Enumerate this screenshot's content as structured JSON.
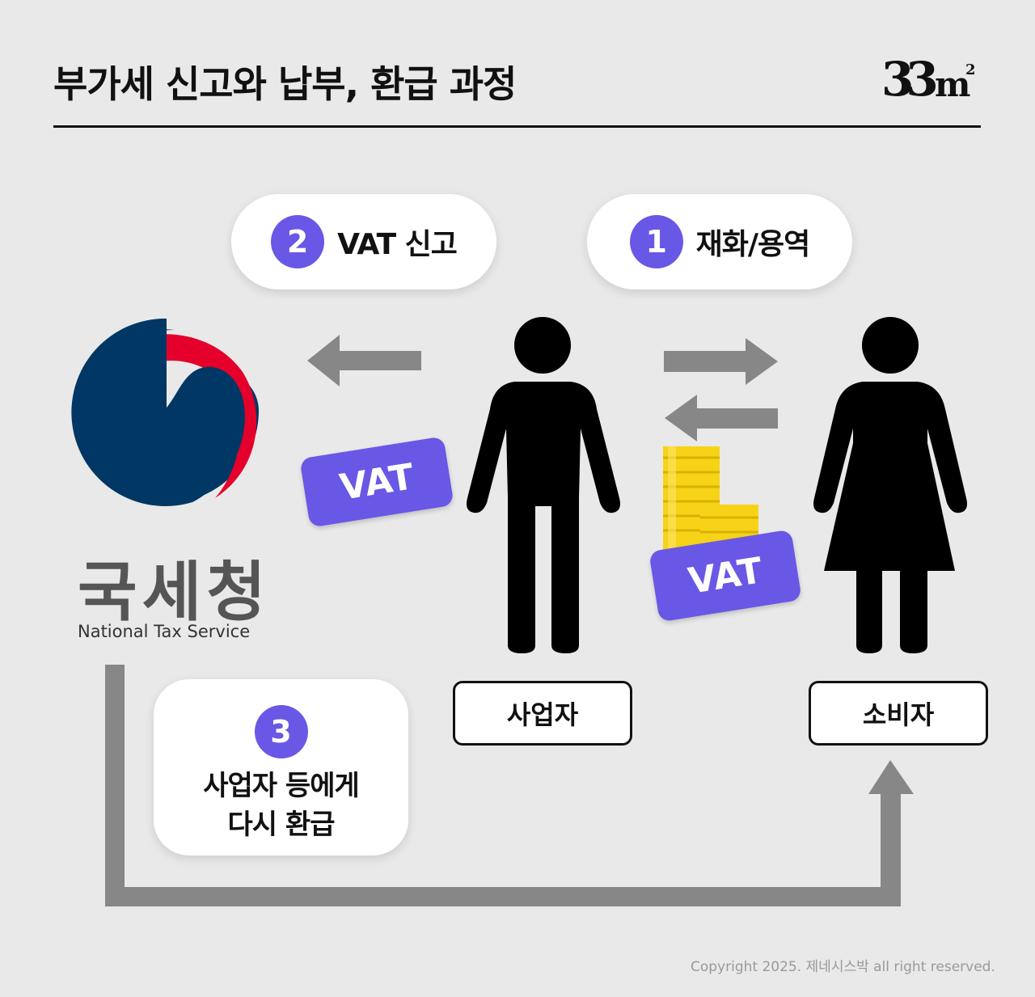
{
  "header": {
    "title": "부가세 신고와 납부, 환급 과정",
    "logo_text": "33",
    "logo_unit": "m",
    "logo_superscript": "2"
  },
  "steps": {
    "step1": {
      "number": "1",
      "label": "재화/용역"
    },
    "step2": {
      "number": "2",
      "label": "VAT 신고"
    },
    "step3": {
      "number": "3",
      "line1": "사업자 등에게",
      "line2": "다시 환급"
    }
  },
  "agency": {
    "name_ko": "국세청",
    "name_en": "National Tax Service",
    "emblem_icon": "taegeuk-emblem-icon"
  },
  "roles": {
    "business": "사업자",
    "consumer": "소비자"
  },
  "tags": {
    "vat_left": "VAT",
    "vat_right": "VAT"
  },
  "footer": {
    "copyright": "Copyright 2025. 제네시스박 all right reserved."
  },
  "colors": {
    "background": "#e9e9e9",
    "accent_purple": "#6957e6",
    "arrow_gray": "#878787",
    "emblem_blue": "#003764",
    "emblem_red": "#e4002b",
    "coin_gold": "#f7d317"
  }
}
